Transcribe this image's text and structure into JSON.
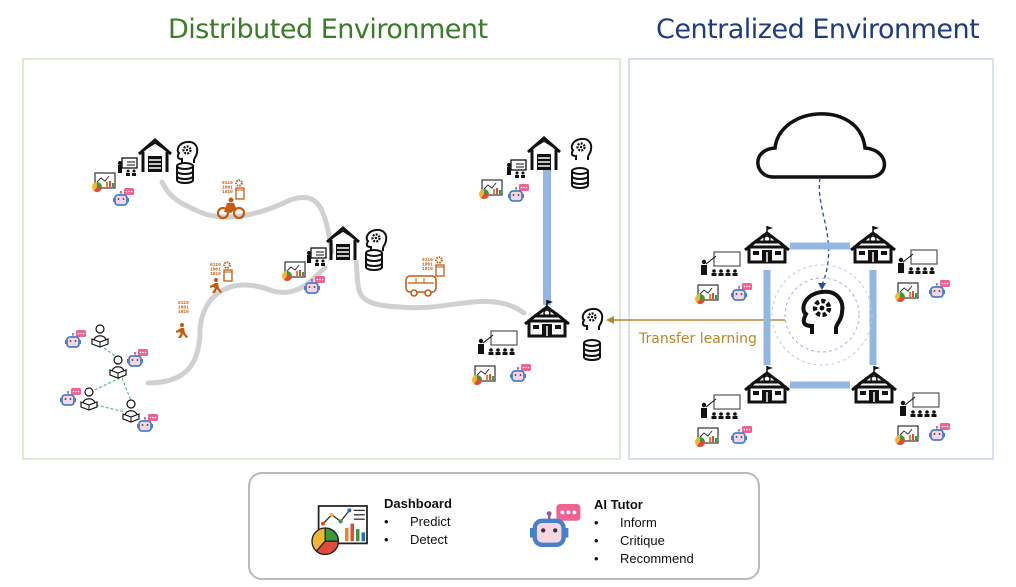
{
  "titles": {
    "distributed": "Distributed Environment",
    "centralized": "Centralized Environment"
  },
  "arrow_label": "Transfer learning",
  "colors": {
    "distributed_title": "#3a7d27",
    "centralized_title": "#1f3d7a",
    "transfer_arrow": "#b8862b",
    "link_blue": "#92b7e0",
    "path_gray": "#cfcfcf",
    "mobility_orange": "#c55a11"
  },
  "distributed": {
    "nodes": [
      {
        "type": "home-learning-hub",
        "icons": [
          "home-icon",
          "ai-brain-icon",
          "database-icon",
          "teacher-icon",
          "dashboard-icon",
          "ai-tutor-icon"
        ]
      },
      {
        "type": "home-learning-hub",
        "icons": [
          "home-icon",
          "ai-brain-icon",
          "database-icon",
          "teacher-icon",
          "dashboard-icon",
          "ai-tutor-icon"
        ]
      },
      {
        "type": "home-learning-hub",
        "icons": [
          "home-icon",
          "ai-brain-icon",
          "database-icon",
          "teacher-icon",
          "dashboard-icon",
          "ai-tutor-icon"
        ]
      },
      {
        "type": "school",
        "icons": [
          "school-icon",
          "ai-brain-icon",
          "database-icon",
          "classroom-icon",
          "dashboard-icon",
          "ai-tutor-icon"
        ]
      }
    ],
    "mobility": [
      "bicycle-data-icon",
      "walking-data-icon",
      "walking-data-icon",
      "bus-data-icon"
    ],
    "peer_group": {
      "learners": 4,
      "ai_tutors": 4
    }
  },
  "centralized": {
    "cloud": "cloud-icon",
    "hub": "ai-brain-icon",
    "schools": 4
  },
  "legend": {
    "items": [
      {
        "title": "Dashboard",
        "icon": "dashboard-icon",
        "bullets": [
          "Predict",
          "Detect"
        ]
      },
      {
        "title": "AI Tutor",
        "icon": "ai-tutor-icon",
        "bullets": [
          "Inform",
          "Critique",
          "Recommend"
        ]
      }
    ],
    "bullet_char": "•"
  }
}
